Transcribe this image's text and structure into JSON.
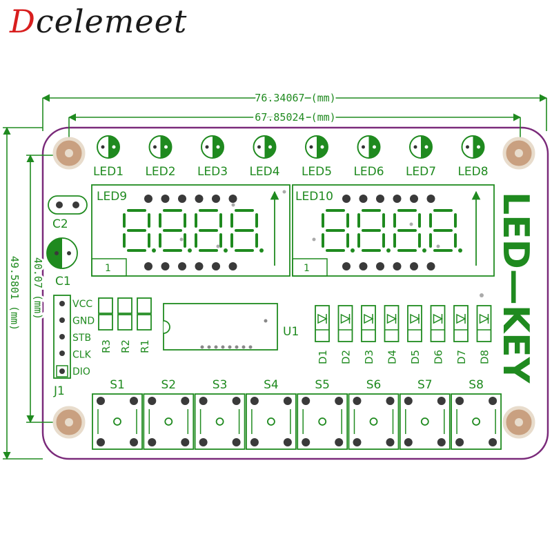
{
  "brand": {
    "first_letter": "D",
    "rest": "celemeet",
    "accent": "#d81e1e"
  },
  "colors": {
    "silk": "#1f8a1f",
    "outline": "#7a2a7a",
    "hole": "#c9a080"
  },
  "dimensions": {
    "overall_width": "76.34067 (mm)",
    "hole_spacing_x": "67.85024 (mm)",
    "overall_height": "49.5801 (mm)",
    "hole_spacing_y": "40.07 (mm)"
  },
  "leds_top": [
    "LED1",
    "LED2",
    "LED3",
    "LED4",
    "LED5",
    "LED6",
    "LED7",
    "LED8"
  ],
  "displays": {
    "left": "LED9",
    "right": "LED10",
    "pin1": "1"
  },
  "capacitors": {
    "c2": "C2",
    "c1": "C1"
  },
  "header": {
    "pins": [
      "VCC",
      "GND",
      "STB",
      "CLK",
      "DIO"
    ],
    "label": "J1"
  },
  "resistors": [
    "R3",
    "R2",
    "R1"
  ],
  "ic": "U1",
  "diodes": [
    "D1",
    "D2",
    "D3",
    "D4",
    "D5",
    "D6",
    "D7",
    "D8"
  ],
  "switches": [
    "S1",
    "S2",
    "S3",
    "S4",
    "S5",
    "S6",
    "S7",
    "S8"
  ],
  "board_title": "LED—KEY"
}
